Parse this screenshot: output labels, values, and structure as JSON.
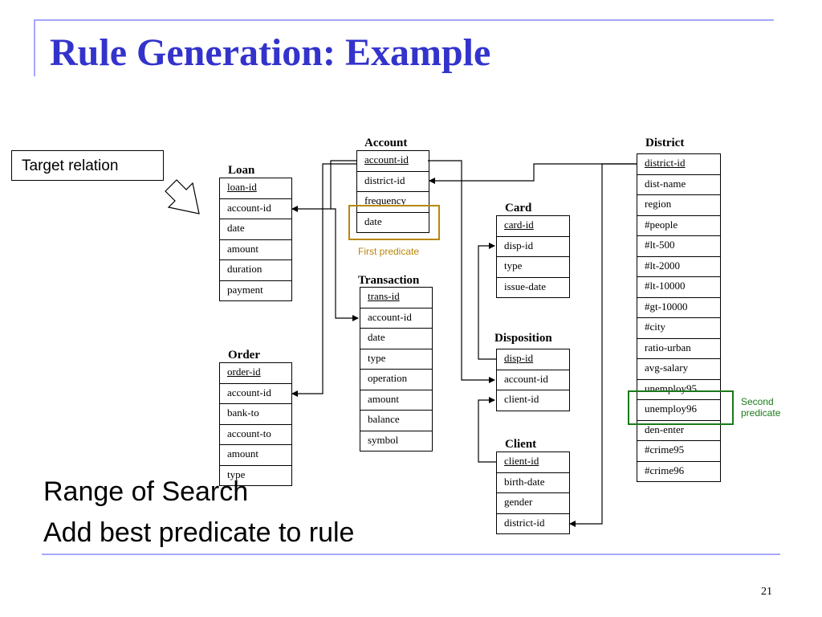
{
  "slide": {
    "title": "Rule Generation: Example",
    "target_relation": "Target relation",
    "first_predicate_label": "First predicate",
    "second_predicate_label": "Second predicate",
    "bullet_1": "Range of Search",
    "bullet_2": "Add best predicate to rule",
    "page_number": "21"
  },
  "colors": {
    "title": "#3333cc",
    "rule_lines": "#a6a6ff",
    "first_predicate": "#b8860b",
    "second_predicate": "#1a7a1a"
  },
  "tables": {
    "account": {
      "name": "Account",
      "fields": [
        "account-id",
        "district-id",
        "frequency",
        "date"
      ]
    },
    "loan": {
      "name": "Loan",
      "fields": [
        "loan-id",
        "account-id",
        "date",
        "amount",
        "duration",
        "payment"
      ]
    },
    "order": {
      "name": "Order",
      "fields": [
        "order-id",
        "account-id",
        "bank-to",
        "account-to",
        "amount",
        "type"
      ]
    },
    "transaction": {
      "name": "Transaction",
      "fields": [
        "trans-id",
        "account-id",
        "date",
        "type",
        "operation",
        "amount",
        "balance",
        "symbol"
      ]
    },
    "card": {
      "name": "Card",
      "fields": [
        "card-id",
        "disp-id",
        "type",
        "issue-date"
      ]
    },
    "disposition": {
      "name": "Disposition",
      "fields": [
        "disp-id",
        "account-id",
        "client-id"
      ]
    },
    "client": {
      "name": "Client",
      "fields": [
        "client-id",
        "birth-date",
        "gender",
        "district-id"
      ]
    },
    "district": {
      "name": "District",
      "fields": [
        "district-id",
        "dist-name",
        "region",
        "#people",
        "#lt-500",
        "#lt-2000",
        "#lt-10000",
        "#gt-10000",
        "#city",
        "ratio-urban",
        "avg-salary",
        "unemploy95",
        "unemploy96",
        "den-enter",
        "#crime95",
        "#crime96"
      ]
    }
  }
}
